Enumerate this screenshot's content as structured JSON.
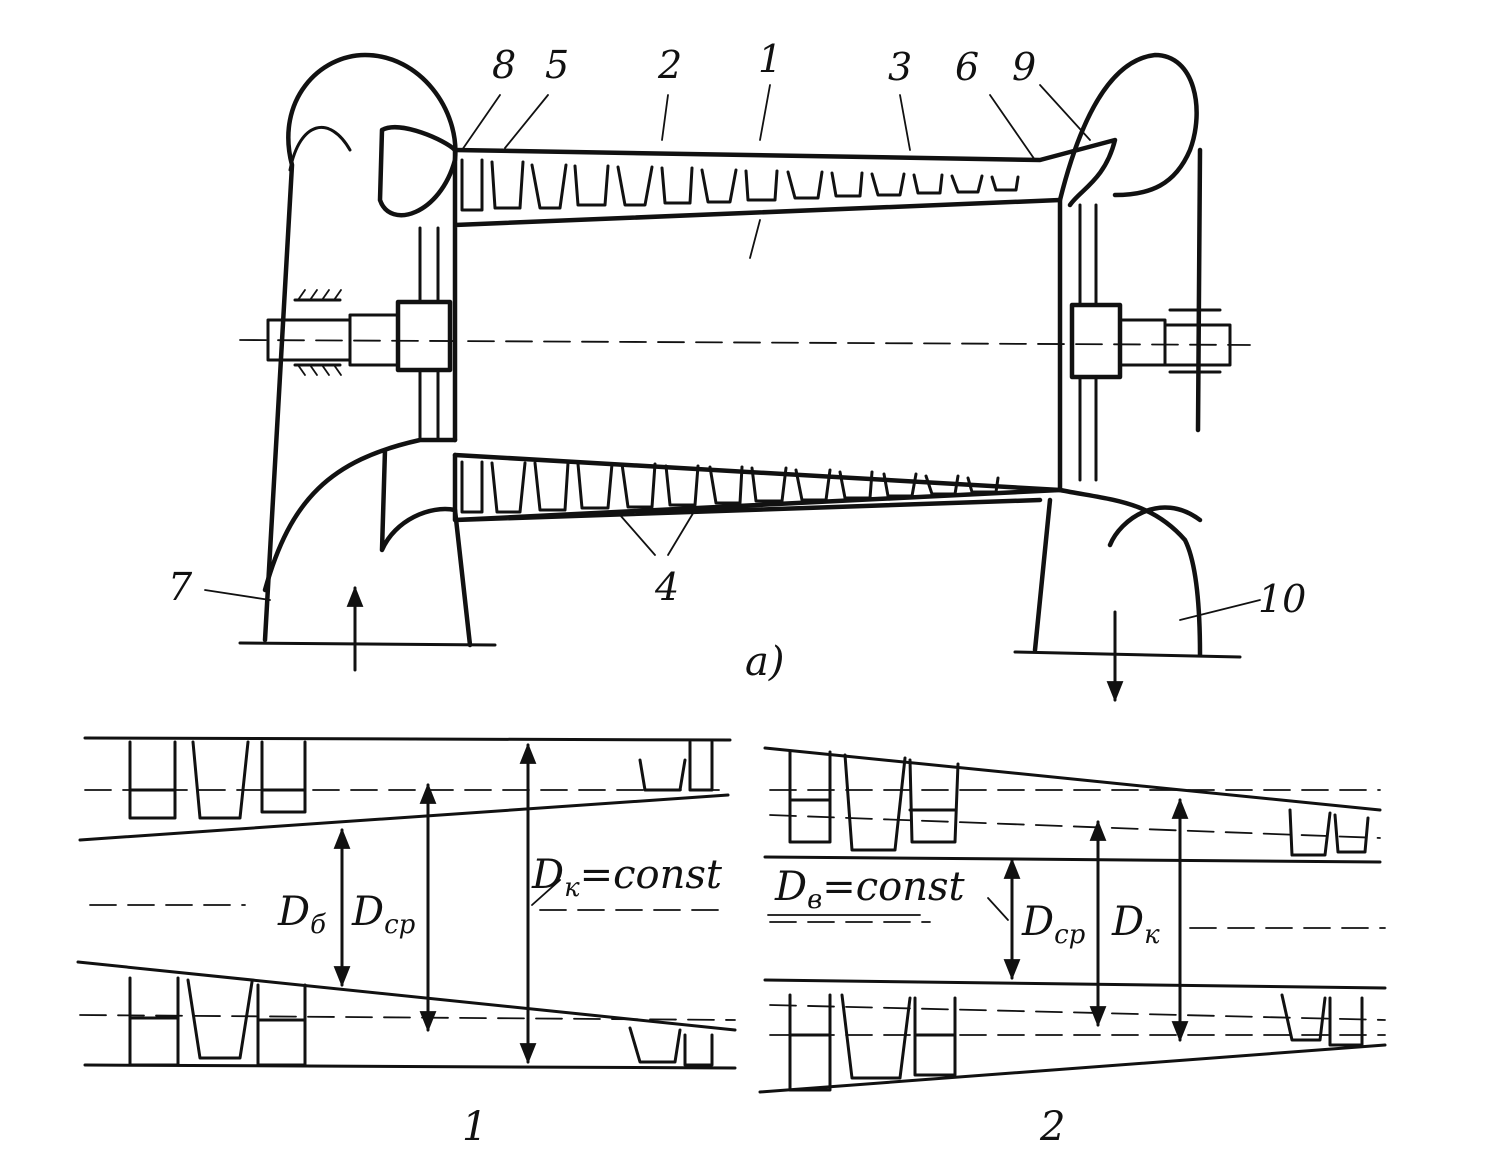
{
  "top_view": {
    "caption": "а)",
    "callouts": [
      "8",
      "5",
      "2",
      "1",
      "3",
      "6",
      "9",
      "7",
      "4",
      "10"
    ]
  },
  "panel_1": {
    "caption": "1",
    "d_hub_main": "D",
    "d_hub_sub": "б",
    "d_mean_main": "D",
    "d_mean_sub": "ср",
    "d_tip_main": "D",
    "d_tip_sub": "к",
    "d_tip_rel": "=const"
  },
  "panel_2": {
    "caption": "2",
    "d_hub_main": "D",
    "d_hub_sub": "в",
    "d_hub_rel": "=const",
    "d_mean_main": "D",
    "d_mean_sub": "ср",
    "d_tip_main": "D",
    "d_tip_sub": "к"
  }
}
